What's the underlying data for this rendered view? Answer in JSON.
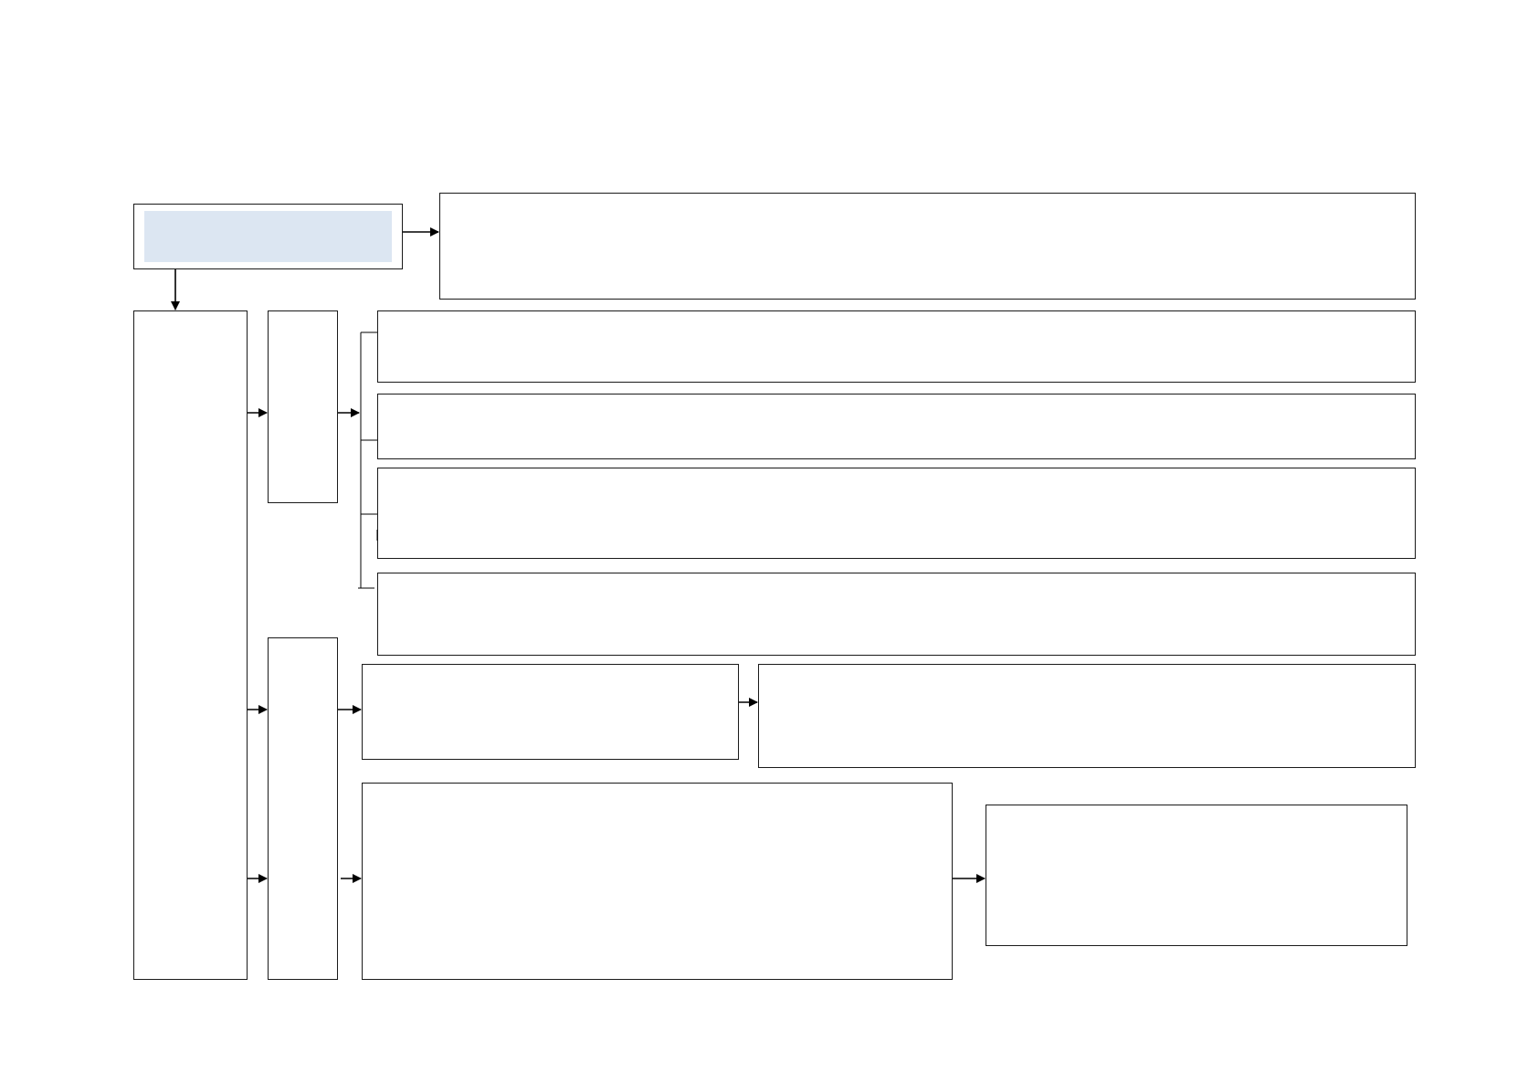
{
  "diagram": {
    "kind": "blank flowchart",
    "nodes": [
      {
        "id": "root",
        "fill": "#dce6f2"
      },
      {
        "id": "root-description"
      },
      {
        "id": "left-column"
      },
      {
        "id": "branch-upper"
      },
      {
        "id": "branch-lower"
      },
      {
        "id": "detail-1"
      },
      {
        "id": "detail-2"
      },
      {
        "id": "detail-3"
      },
      {
        "id": "detail-4"
      },
      {
        "id": "mid-left"
      },
      {
        "id": "mid-right"
      },
      {
        "id": "bottom-left"
      },
      {
        "id": "bottom-right"
      }
    ],
    "edges": [
      {
        "from": "root",
        "to": "root-description"
      },
      {
        "from": "root",
        "to": "left-column"
      },
      {
        "from": "left-column",
        "to": "branch-upper"
      },
      {
        "from": "left-column",
        "to": "branch-lower"
      },
      {
        "from": "branch-upper",
        "to": "detail-1"
      },
      {
        "from": "branch-upper",
        "to": "detail-2"
      },
      {
        "from": "branch-upper",
        "to": "detail-3"
      },
      {
        "from": "branch-upper",
        "to": "detail-4"
      },
      {
        "from": "branch-lower",
        "to": "mid-left"
      },
      {
        "from": "mid-left",
        "to": "mid-right"
      },
      {
        "from": "branch-lower",
        "to": "bottom-left"
      },
      {
        "from": "bottom-left",
        "to": "bottom-right"
      }
    ],
    "colors": {
      "stroke": "#1a1a1a",
      "root_fill": "#dce6f2",
      "background": "#ffffff"
    }
  }
}
